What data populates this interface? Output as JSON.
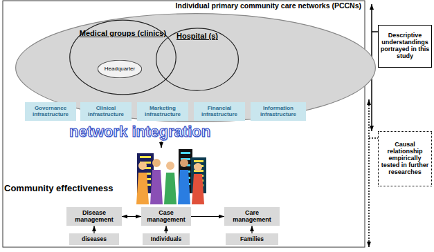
{
  "diagram": {
    "nodes": [
      {
        "text": [
          "Individual primary community care networks (PCCNs)"
        ]
      },
      {
        "text": [
          "Medical groups (clinics)"
        ],
        "in": 0
      },
      {
        "text": [
          "Headquarter"
        ],
        "in": 1
      },
      {
        "text": [
          "Hospital (s)"
        ],
        "in": 0
      },
      {
        "text": [
          "Governance Infrastructure"
        ],
        "in": 0
      },
      {
        "text": [
          "Clinical Infrastructure"
        ],
        "in": 0
      },
      {
        "text": [
          "Marketing Infrastructure"
        ],
        "in": 0
      },
      {
        "text": [
          "Financial Infrastructure"
        ],
        "in": 0
      },
      {
        "text": [
          "Information Infrastructure"
        ],
        "in": 0
      },
      {
        "text": [
          "Disease management"
        ]
      },
      {
        "text": [
          "Case management"
        ]
      },
      {
        "text": [
          "Care management"
        ]
      },
      {
        "text": [
          "diseases"
        ]
      },
      {
        "text": [
          "Individuals"
        ]
      },
      {
        "text": [
          "Families"
        ]
      },
      {
        "text": [
          "Descriptive understandings portrayed in this study"
        ]
      },
      {
        "text": [
          "Causal relationship empirically tested in further researches"
        ]
      }
    ],
    "edges": [
      {
        "from": 12,
        "to": 9,
        "arrow": "to"
      },
      {
        "from": 13,
        "to": 10,
        "arrow": "to"
      },
      {
        "from": 14,
        "to": 11,
        "arrow": "to"
      },
      {
        "from": 9,
        "to": 10,
        "arrow": "both"
      },
      {
        "from": 10,
        "to": 11,
        "arrow": "to"
      }
    ],
    "labels": [
      "network integration",
      "Community effectiveness"
    ]
  }
}
